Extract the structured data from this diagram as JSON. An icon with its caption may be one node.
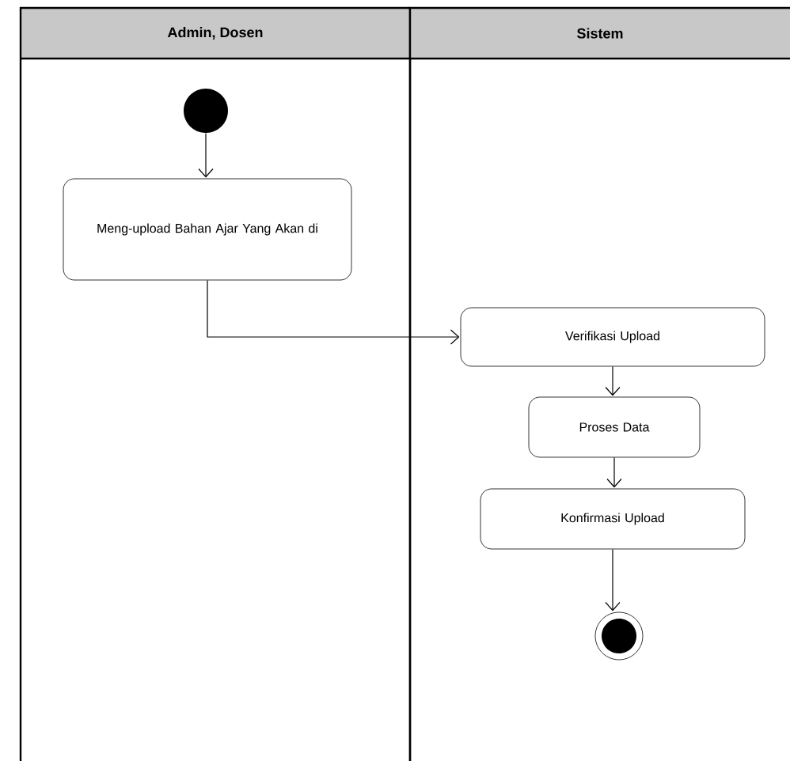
{
  "diagram": {
    "nodes": [
      {
        "text": [
          "Admin, Dosen"
        ]
      },
      {
        "text": [
          "Sistem"
        ]
      },
      {
        "text": [],
        "shape": "circle",
        "in": 0
      },
      {
        "text": [
          "Meng-upload  Bahan Ajar Yang Akan di"
        ],
        "in": 0
      },
      {
        "text": [
          "Verifikasi Upload"
        ],
        "in": 1
      },
      {
        "text": [
          "Proses Data"
        ],
        "in": 1
      },
      {
        "text": [
          "Konfirmasi  Upload"
        ],
        "in": 1
      },
      {
        "text": [],
        "shape": "circle",
        "in": 1
      }
    ],
    "edges": [
      {
        "from": 2,
        "to": 3,
        "arrow": "to"
      },
      {
        "from": 3,
        "to": 4,
        "arrow": "to"
      },
      {
        "from": 4,
        "to": 5,
        "arrow": "to"
      },
      {
        "from": 5,
        "to": 6,
        "arrow": "to"
      },
      {
        "from": 6,
        "to": 7,
        "arrow": "to"
      }
    ]
  }
}
